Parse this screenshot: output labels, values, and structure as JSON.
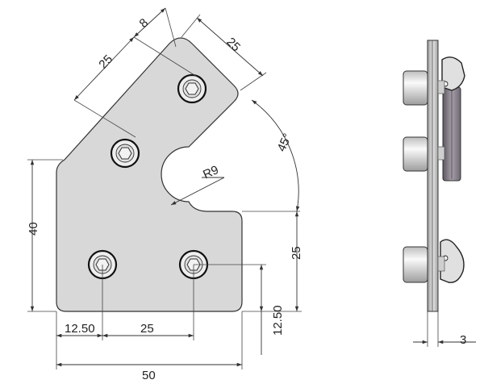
{
  "dimensions": {
    "slot_width": "8",
    "hole_spacing_diag": "25",
    "edge_top_right": "25",
    "angle": "45°",
    "radius": "R9",
    "height_left": "40",
    "vertical_right": "25",
    "offset_left": "12.50",
    "hole_spacing_bottom": "25",
    "offset_bottom_vertical": "12.50",
    "overall_width": "50",
    "thickness": "3"
  }
}
